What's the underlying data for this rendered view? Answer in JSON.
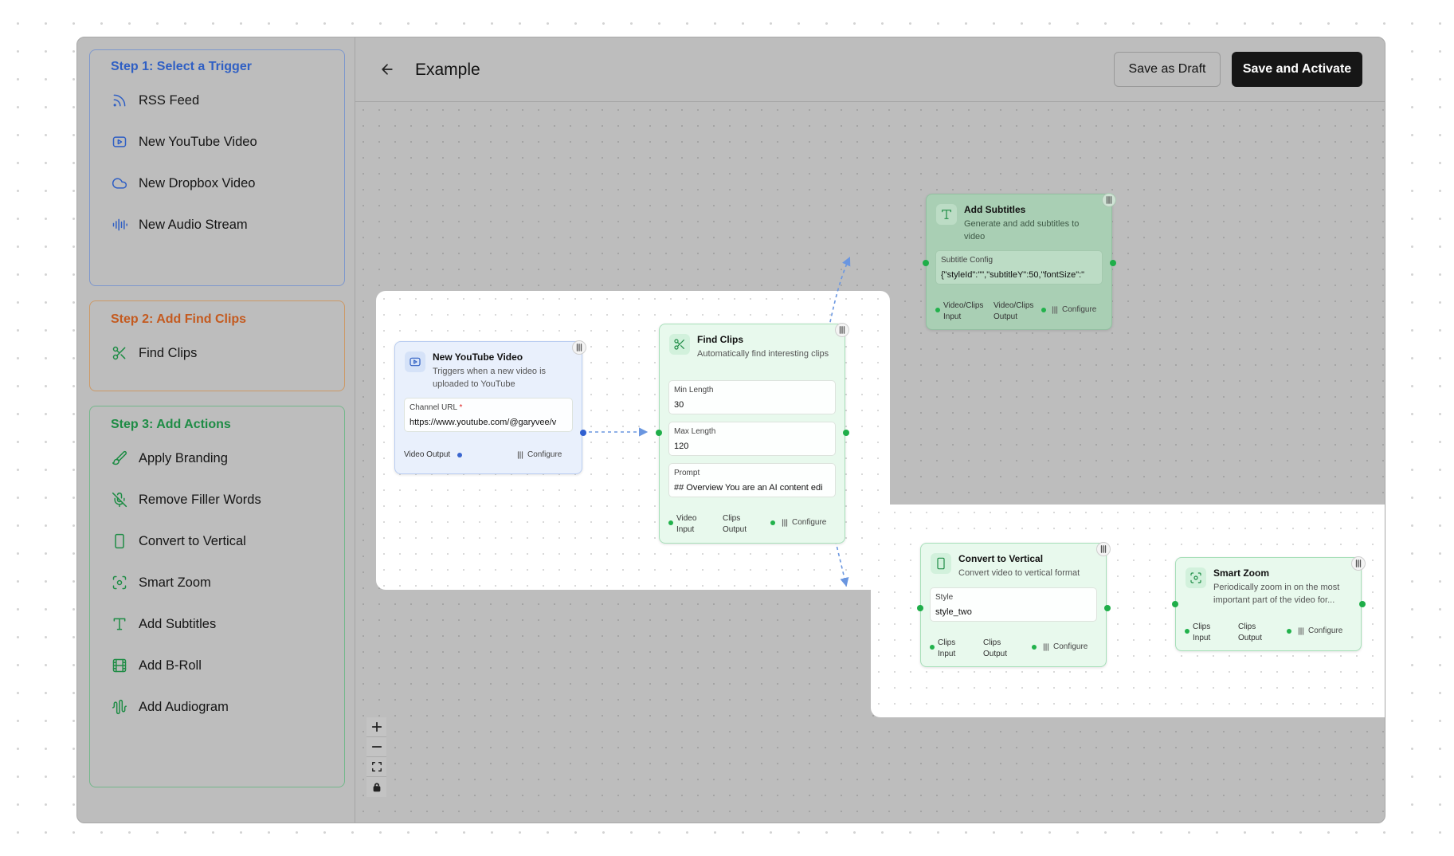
{
  "app": {
    "title": "Example",
    "accent": "#161616"
  },
  "header": {
    "back_icon": "arrow-left-icon",
    "save_draft_label": "Save as Draft",
    "save_activate_label": "Save and Activate"
  },
  "sidebar": {
    "step1": {
      "title": "Step 1: Select a Trigger",
      "color": "#2f5fc4",
      "items": [
        {
          "label": "RSS Feed",
          "icon": "rss-icon"
        },
        {
          "label": "New YouTube Video",
          "icon": "youtube-icon"
        },
        {
          "label": "New Dropbox Video",
          "icon": "cloud-icon"
        },
        {
          "label": "New Audio Stream",
          "icon": "audio-wave-icon"
        }
      ]
    },
    "step2": {
      "title": "Step 2: Add Find Clips",
      "color": "#c45a1f",
      "items": [
        {
          "label": "Find Clips",
          "icon": "scissors-icon"
        }
      ]
    },
    "step3": {
      "title": "Step 3: Add Actions",
      "color": "#1e8c45",
      "items": [
        {
          "label": "Apply Branding",
          "icon": "brush-icon"
        },
        {
          "label": "Remove Filler Words",
          "icon": "mic-off-icon"
        },
        {
          "label": "Convert to Vertical",
          "icon": "smartphone-icon"
        },
        {
          "label": "Smart Zoom",
          "icon": "focus-icon"
        },
        {
          "label": "Add Subtitles",
          "icon": "type-icon"
        },
        {
          "label": "Add B-Roll",
          "icon": "film-icon"
        },
        {
          "label": "Add Audiogram",
          "icon": "audiogram-icon"
        }
      ]
    }
  },
  "nodes": {
    "youtube": {
      "title": "New YouTube Video",
      "description": "Triggers when a new video is uploaded to YouTube",
      "field_label": "Channel URL",
      "required_mark": "*",
      "field_value": "https://www.youtube.com/@garyvee/v",
      "output_label": "Video Output",
      "configure_label": "Configure"
    },
    "find_clips": {
      "title": "Find Clips",
      "description": "Automatically find interesting clips",
      "fields": [
        {
          "label": "Min Length",
          "value": "30"
        },
        {
          "label": "Max Length",
          "value": "120"
        },
        {
          "label": "Prompt",
          "value": "## Overview You are an AI content edi"
        }
      ],
      "input_label": "Video Input",
      "output_label": "Clips Output",
      "configure_label": "Configure"
    },
    "subtitles": {
      "title": "Add Subtitles",
      "description": "Generate and add subtitles to video",
      "field_label": "Subtitle Config",
      "field_value": "{\"styleId\":\"\",\"subtitleY\":50,\"fontSize\":\"",
      "input_label": "Video/Clips Input",
      "output_label": "Video/Clips Output",
      "configure_label": "Configure"
    },
    "vertical": {
      "title": "Convert to Vertical",
      "description": "Convert video to vertical format",
      "field_label": "Style",
      "field_value": "style_two",
      "input_label": "Clips Input",
      "output_label": "Clips Output",
      "configure_label": "Configure"
    },
    "zoom": {
      "title": "Smart Zoom",
      "description": "Periodically zoom in on the most important part of the video for...",
      "input_label": "Clips Input",
      "output_label": "Clips Output",
      "configure_label": "Configure"
    }
  },
  "canvas_controls": [
    {
      "name": "zoom-in-button",
      "icon": "plus-icon"
    },
    {
      "name": "zoom-out-button",
      "icon": "minus-icon"
    },
    {
      "name": "fit-view-button",
      "icon": "fullscreen-icon"
    },
    {
      "name": "lock-button",
      "icon": "lock-icon"
    }
  ]
}
